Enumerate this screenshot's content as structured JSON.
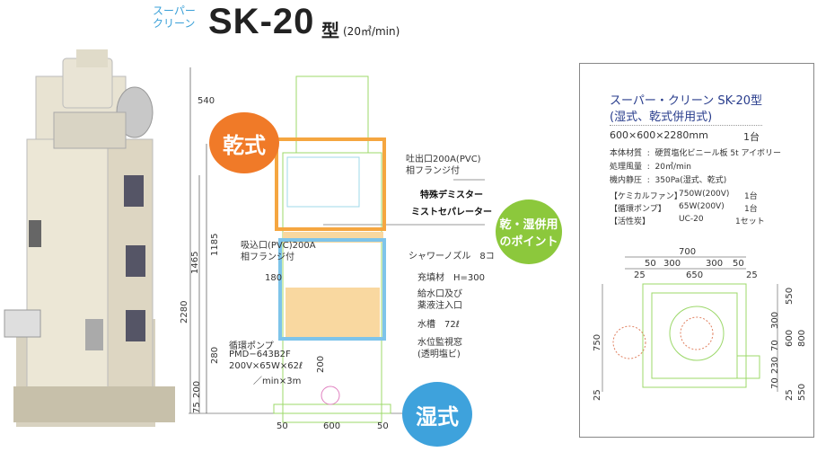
{
  "title": {
    "sub1": "スーパー",
    "sub2": "クリーン",
    "model": "SK-20",
    "type": "型",
    "capacity": "(20㎥/min)"
  },
  "bubbles": {
    "dry": "乾式",
    "wet": "湿式",
    "point1": "乾・湿併用",
    "point2": "のポイント"
  },
  "drawing": {
    "labels": [
      "吐出口200A(PVC)",
      "相フランジ付",
      "シャワーノズル　8コ",
      "充填材　H=300",
      "給水口及び",
      "薬液注入口",
      "水槽　72ℓ",
      "水位監視窓",
      "(透明塩ビ)",
      "吸込口(PVC)200A",
      "相フランジ付",
      "循環ポンプ",
      "PMD−643B2F",
      "200V×65W×62ℓ",
      "／min×3m"
    ],
    "bold_labels": [
      "特殊デミスター",
      "ミストセパレーター"
    ],
    "dims": [
      "540",
      "2280",
      "1185",
      "1465",
      "180",
      "280",
      "200",
      "200",
      "75",
      "50",
      "600",
      "50"
    ]
  },
  "spec": {
    "title": "スーパー・クリーン SK-20型",
    "subtitle": "(湿式、乾式併用式)",
    "size": "600×600×2280mm",
    "size_qty": "1台",
    "rows": [
      {
        "k": "本体材質",
        "sep": ":",
        "v": "硬質塩化ビニール板 5t アイボリー"
      },
      {
        "k": "処理風量",
        "sep": ":",
        "v": "20㎥/min"
      },
      {
        "k": "機内静圧",
        "sep": ":",
        "v": "350Pa(湿式、乾式)"
      }
    ],
    "parts": [
      {
        "k": "【ケミカルファン】",
        "v": "750W(200V)",
        "q": "1台"
      },
      {
        "k": "【循環ポンプ】",
        "v": "65W(200V)",
        "q": "1台"
      },
      {
        "k": "【活性炭】",
        "v": "UC-20",
        "q": "1セット"
      }
    ],
    "top_dims": [
      "700",
      "50",
      "300",
      "300",
      "50",
      "25",
      "650",
      "25",
      "750",
      "550",
      "300",
      "600",
      "800",
      "70",
      "230",
      "70",
      "25",
      "25",
      "550"
    ]
  }
}
